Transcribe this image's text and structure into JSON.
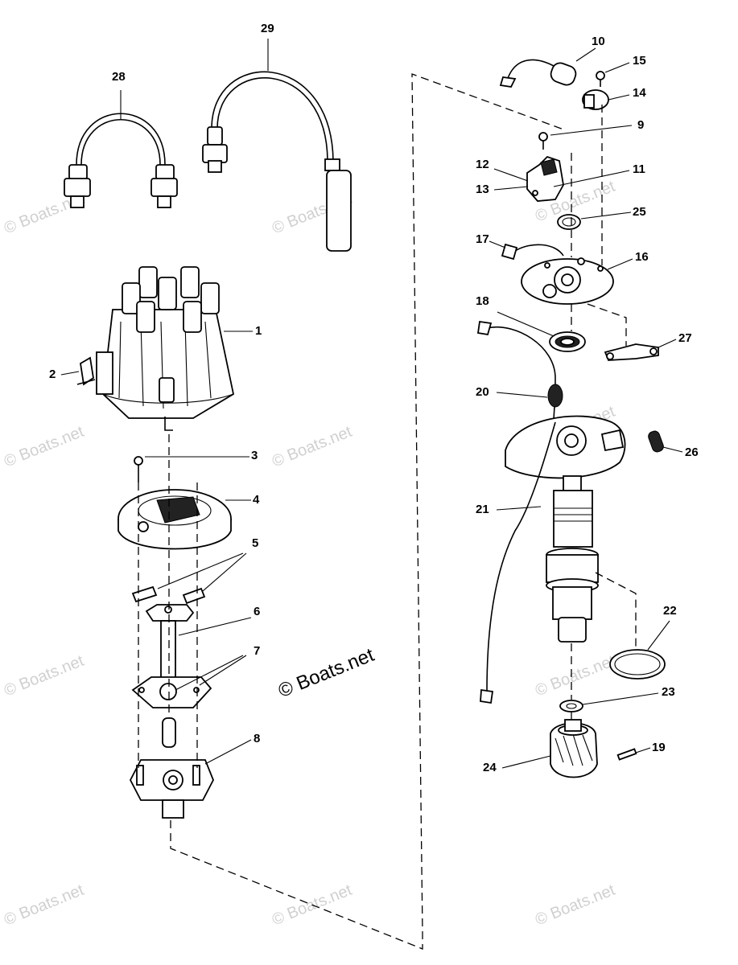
{
  "watermarks": {
    "small": "© Boats.net",
    "main": "© Boats.net"
  },
  "callouts": [
    {
      "id": "1",
      "label": "1"
    },
    {
      "id": "2",
      "label": "2"
    },
    {
      "id": "3",
      "label": "3"
    },
    {
      "id": "4",
      "label": "4"
    },
    {
      "id": "5",
      "label": "5"
    },
    {
      "id": "6",
      "label": "6"
    },
    {
      "id": "7",
      "label": "7"
    },
    {
      "id": "8",
      "label": "8"
    },
    {
      "id": "9",
      "label": "9"
    },
    {
      "id": "10",
      "label": "10"
    },
    {
      "id": "11",
      "label": "11"
    },
    {
      "id": "12",
      "label": "12"
    },
    {
      "id": "13",
      "label": "13"
    },
    {
      "id": "14",
      "label": "14"
    },
    {
      "id": "15",
      "label": "15"
    },
    {
      "id": "16",
      "label": "16"
    },
    {
      "id": "17",
      "label": "17"
    },
    {
      "id": "18",
      "label": "18"
    },
    {
      "id": "19",
      "label": "19"
    },
    {
      "id": "20",
      "label": "20"
    },
    {
      "id": "21",
      "label": "21"
    },
    {
      "id": "22",
      "label": "22"
    },
    {
      "id": "23",
      "label": "23"
    },
    {
      "id": "24",
      "label": "24"
    },
    {
      "id": "25",
      "label": "25"
    },
    {
      "id": "26",
      "label": "26"
    },
    {
      "id": "27",
      "label": "27"
    },
    {
      "id": "28",
      "label": "28"
    },
    {
      "id": "29",
      "label": "29"
    }
  ]
}
